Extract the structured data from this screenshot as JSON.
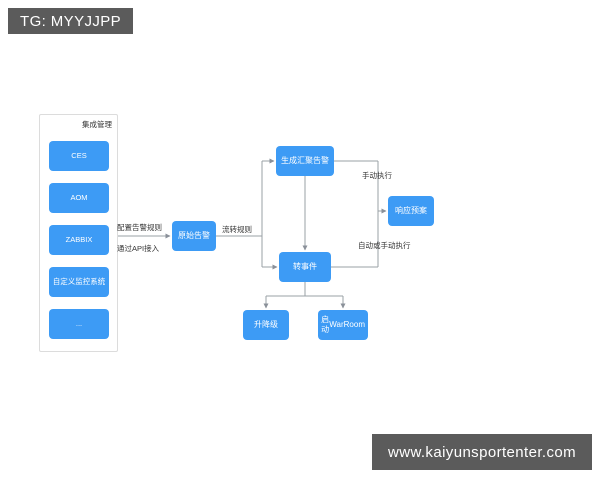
{
  "watermarks": {
    "top_badge": "TG: MYYJJPP",
    "bottom_badge": "www.kaiyunsportenter.com"
  },
  "theme": {
    "node_fill": "#3d9bf5",
    "node_text": "#ffffff",
    "panel_border": "#dcdcdc",
    "edge_color": "#9aa0a6",
    "label_text": "#333333",
    "watermark_bg": "#5b5b5b",
    "canvas_bg": "#ffffff"
  },
  "integration_panel": {
    "title": "集成管理",
    "items": [
      {
        "label": "CES"
      },
      {
        "label": "AOM"
      },
      {
        "label": "ZABBIX"
      },
      {
        "label": "自定义监控系统"
      },
      {
        "label": "..."
      }
    ]
  },
  "flow": {
    "nodes": {
      "raw_alarm": "原始告警",
      "aggregate_alarm": "生成汇聚告警",
      "to_event": "转事件",
      "response_plan": "响应预案",
      "escalate": "升降级",
      "warroom": "启动\nWarRoom",
      "warroom_line1": "启动",
      "warroom_line2": "WarRoom"
    },
    "edge_labels": {
      "config_alarm_rule": "配置告警规则",
      "api_access": "通过API接入",
      "flow_rule": "流转规则",
      "manual_execute": "手动执行",
      "auto_or_manual_execute": "自动或手动执行"
    }
  }
}
